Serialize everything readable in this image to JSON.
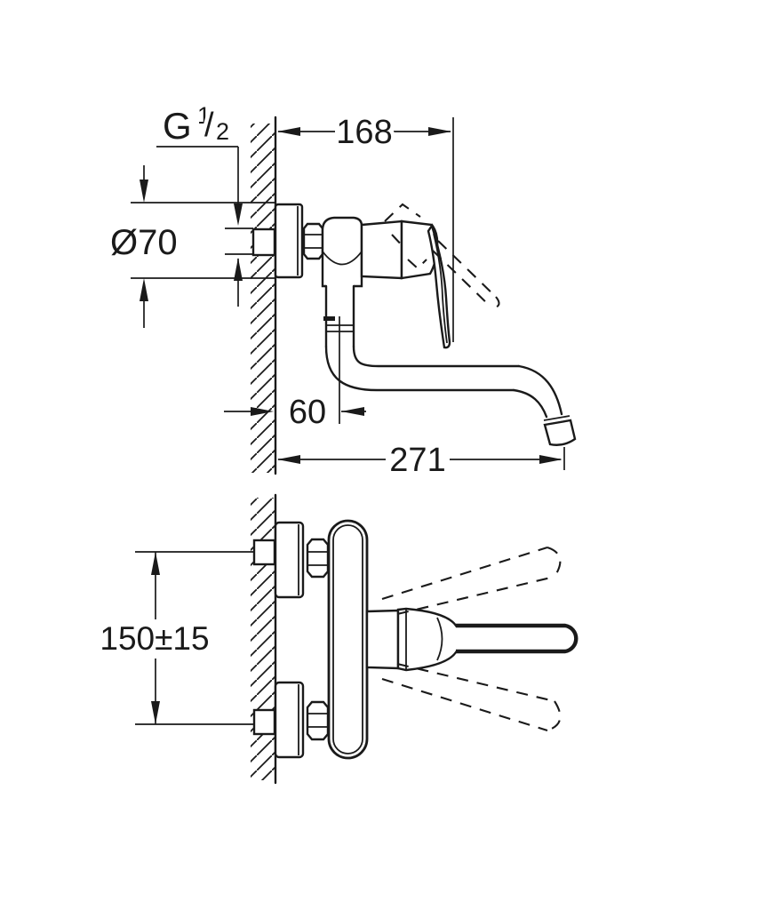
{
  "colors": {
    "ink": "#1a1a1a",
    "paper": "#ffffff"
  },
  "labels": {
    "thread_size": {
      "letter": "G",
      "numerator": "1",
      "slash": "/",
      "denominator": "2"
    },
    "flange_diameter": "Ø70",
    "wall_to_handle_tip": "168",
    "wall_to_spout_axis": "60",
    "wall_to_spout_end": "271",
    "connection_spacing": "150±15"
  }
}
